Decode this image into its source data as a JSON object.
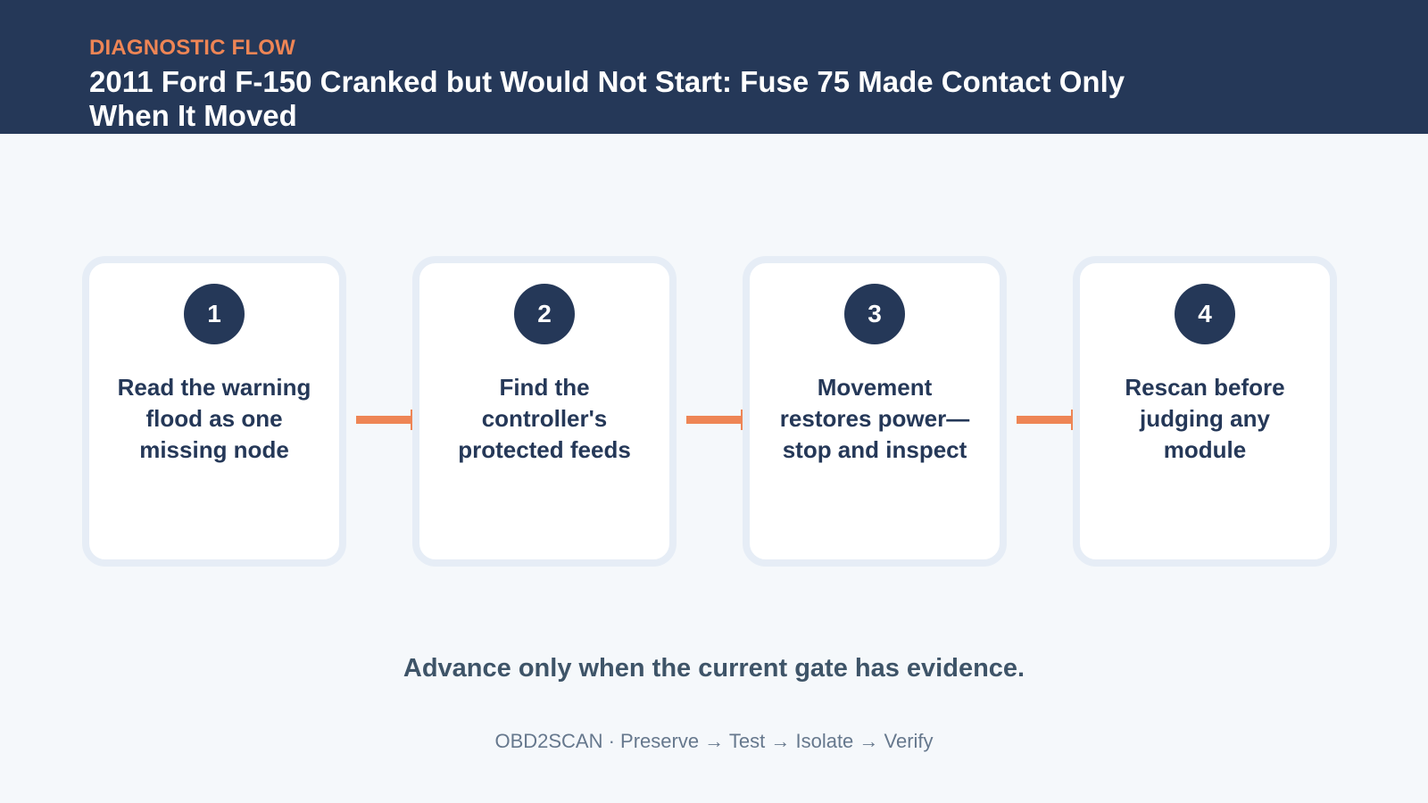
{
  "header": {
    "eyebrow": "DIAGNOSTIC FLOW",
    "title": "2011 Ford F-150 Cranked but Would Not Start: Fuse 75 Made Contact Only When It Moved"
  },
  "steps": [
    {
      "number": "1",
      "label": "Read the warning flood as one missing node"
    },
    {
      "number": "2",
      "label": "Find the controller's protected feeds"
    },
    {
      "number": "3",
      "label": "Movement restores power—stop and inspect"
    },
    {
      "number": "4",
      "label": "Rescan before judging any module"
    }
  ],
  "tagline": "Advance only when the current gate has evidence.",
  "footer": "OBD2SCAN · Preserve → Test → Isolate → Verify",
  "colors": {
    "header_bg": "#253858",
    "accent": "#ee8555",
    "card_border": "#e6edf6"
  }
}
